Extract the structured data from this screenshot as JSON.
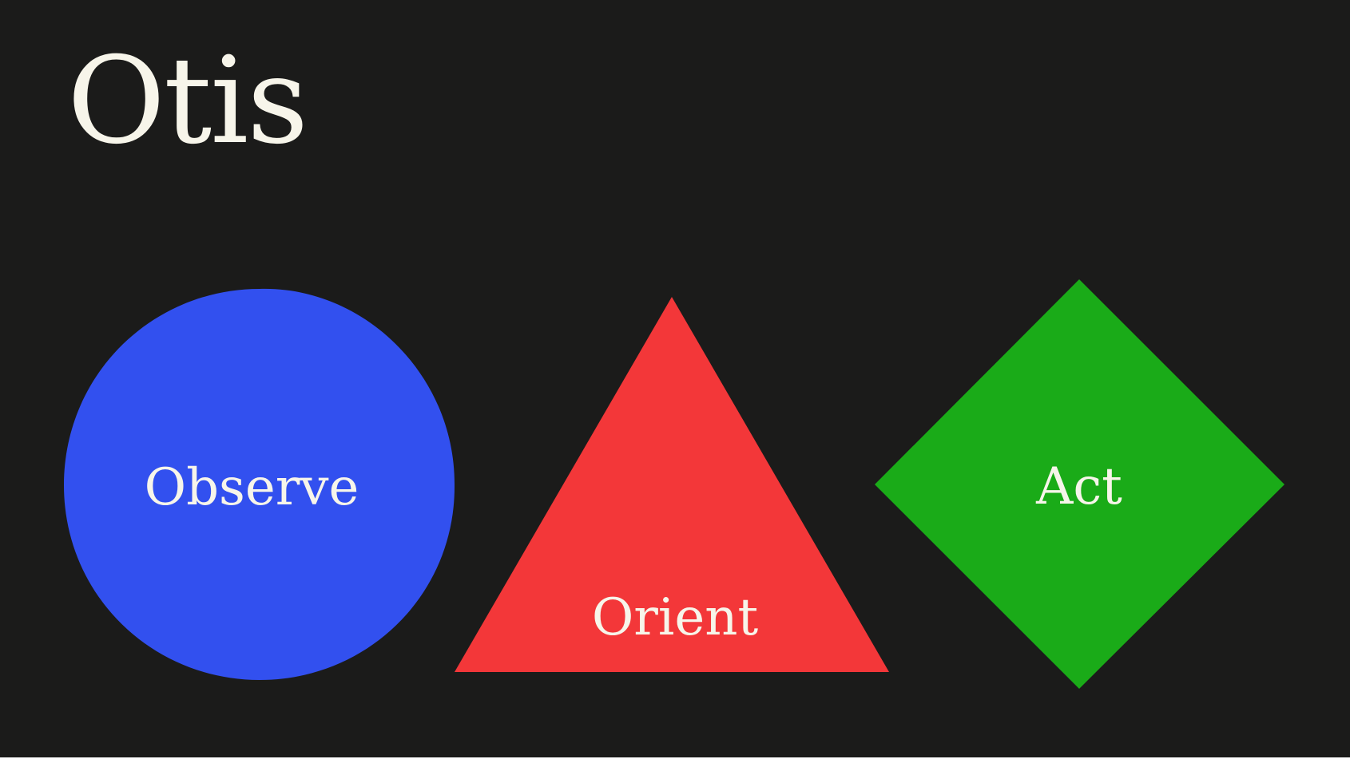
{
  "brand": {
    "name": "Otis"
  },
  "steps": [
    {
      "label": "Observe",
      "shape": "circle",
      "color": "#3250ef"
    },
    {
      "label": "Orient",
      "shape": "triangle",
      "color": "#f33739"
    },
    {
      "label": "Act",
      "shape": "diamond",
      "color": "#1aab18"
    }
  ],
  "colors": {
    "background": "#1b1b1a",
    "text": "#f7f5ea"
  }
}
